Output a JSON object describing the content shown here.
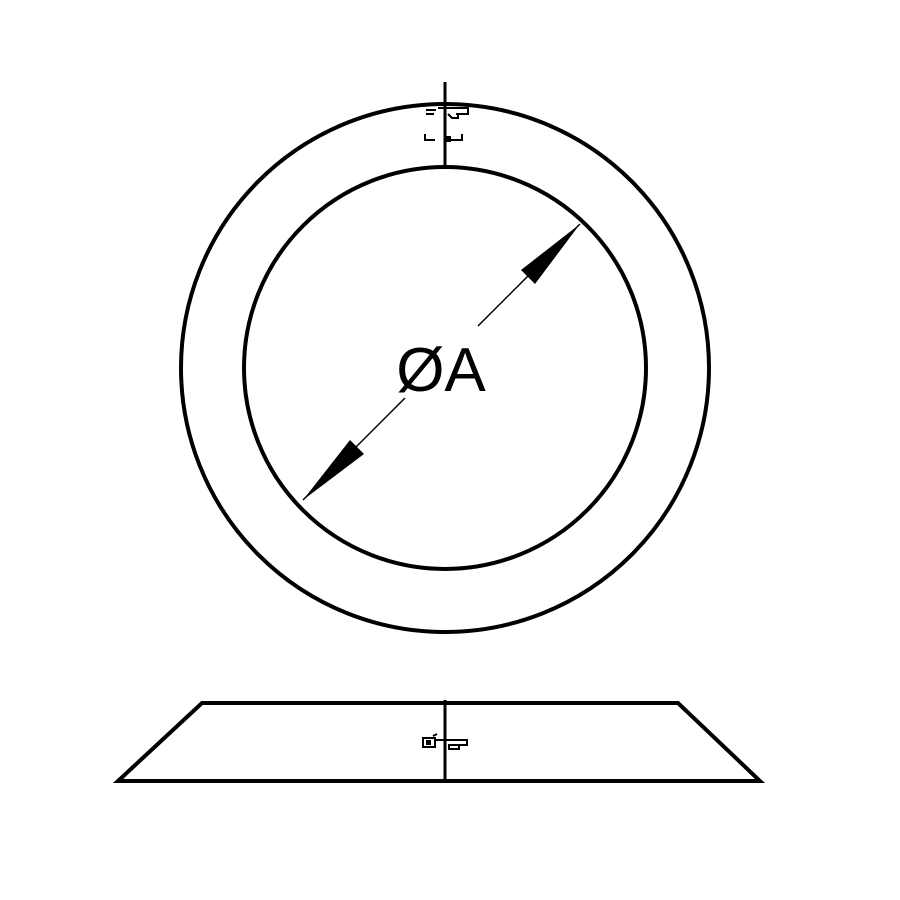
{
  "drawing": {
    "dimension_label": "ØA",
    "line_color": "#000000",
    "background": "#ffffff",
    "views": [
      "top-view-ring",
      "side-view-trapezoid"
    ]
  }
}
